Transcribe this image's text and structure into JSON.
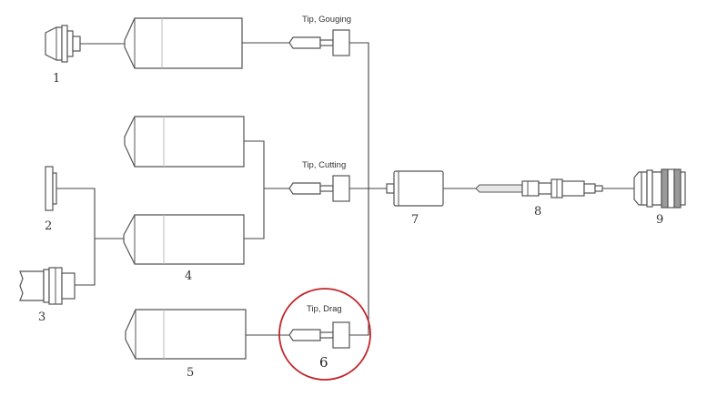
{
  "diagram": {
    "labels": {
      "tip_gouging": "Tip, Gouging",
      "tip_cutting": "Tip, Cutting",
      "tip_drag": "Tip, Drag"
    },
    "numbers": {
      "n1": "1",
      "n2": "2",
      "n3": "3",
      "n4": "4",
      "n5": "5",
      "n6": "6",
      "n7": "7",
      "n8": "8",
      "n9": "9"
    },
    "highlight_color": "#c0272d"
  }
}
